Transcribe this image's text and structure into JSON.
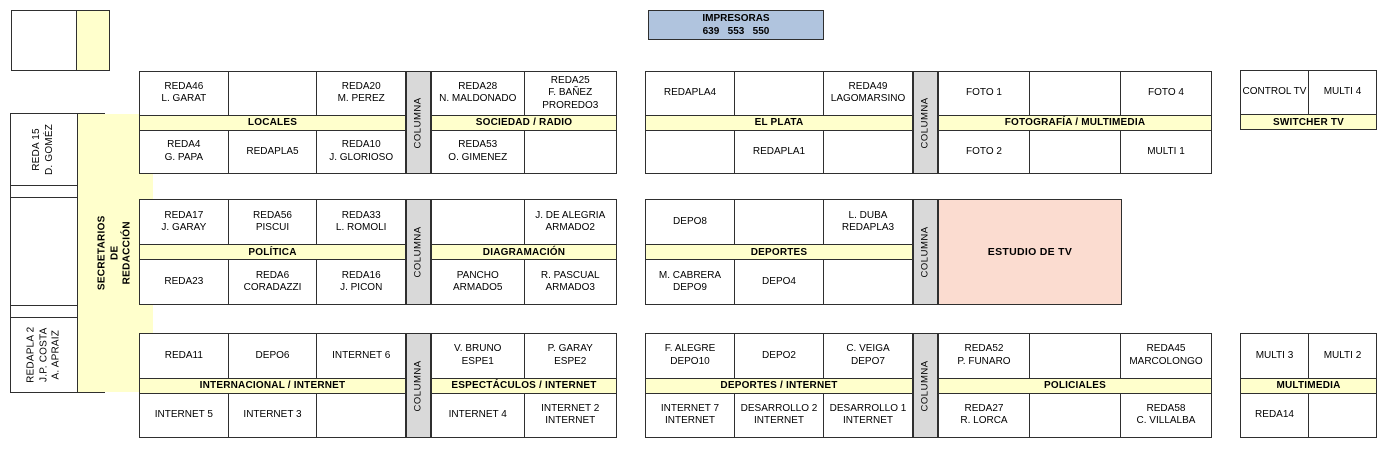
{
  "colors": {
    "yellow": "#FFFFCC",
    "gray": "#D9D9D9",
    "blue": "#B0C4DE",
    "pink": "#FBDCD0",
    "border": "#2F2F2F"
  },
  "printers_box": {
    "title": "IMPRESORAS",
    "numbers": "639   553   550"
  },
  "left_panel": {
    "secretaries_label": "SECRETARIOS DE REDACCIÓN",
    "desk_top": "REDA 15\nD. GOMÉZ",
    "desk_bottom": "REDAPLA 2\nJ.P. COSTA\nA. APRAIZ"
  },
  "columna_label": "COLUMNA",
  "studio_label": "ESTUDIO DE TV",
  "blocks": {
    "locales": {
      "title": "LOCALES",
      "top": [
        "REDA46\nL. GARAT",
        "",
        "REDA20\nM. PEREZ"
      ],
      "bottom": [
        "REDA4\nG. PAPA",
        "REDAPLA5",
        "REDA10\nJ. GLORIOSO"
      ]
    },
    "sociedad_radio": {
      "title": "SOCIEDAD / RADIO",
      "top": [
        "REDA28\nN. MALDONADO",
        "REDA25\nF. BAÑEZ\nPROREDO3"
      ],
      "bottom": [
        "REDA53\nO. GIMENEZ",
        ""
      ]
    },
    "el_plata": {
      "title": "EL PLATA",
      "top": [
        "REDAPLA4",
        "",
        "REDA49\nLAGOMARSINO"
      ],
      "bottom": [
        "",
        "REDAPLA1",
        ""
      ]
    },
    "fotografia_multimedia": {
      "title": "FOTOGRAFÍA / MULTIMEDIA",
      "top": [
        "FOTO 1",
        "",
        "FOTO 4"
      ],
      "bottom": [
        "FOTO 2",
        "",
        "MULTI 1"
      ]
    },
    "switcher_tv": {
      "title": "SWITCHER TV",
      "top": [
        "CONTROL TV",
        "MULTI 4"
      ]
    },
    "politica": {
      "title": "POLÍTICA",
      "top": [
        "REDA17\nJ. GARAY",
        "REDA56\nPISCUI",
        "REDA33\nL. ROMOLI"
      ],
      "bottom": [
        "REDA23",
        "REDA6\nCORADAZZI",
        "REDA16\nJ. PICON"
      ]
    },
    "diagramacion": {
      "title": "DIAGRAMACIÓN",
      "top": [
        "",
        "J. DE ALEGRIA\nARMADO2"
      ],
      "bottom": [
        "PANCHO\nARMADO5",
        "R. PASCUAL\nARMADO3"
      ]
    },
    "deportes": {
      "title": "DEPORTES",
      "top": [
        "DEPO8",
        "",
        "L. DUBA\nREDAPLA3"
      ],
      "bottom": [
        "M. CABRERA\nDEPO9",
        "DEPO4",
        ""
      ]
    },
    "internacional_internet": {
      "title": "INTERNACIONAL / INTERNET",
      "top": [
        "REDA11",
        "DEPO6",
        "INTERNET 6"
      ],
      "bottom": [
        "INTERNET 5",
        "INTERNET 3",
        ""
      ]
    },
    "espectaculos_internet": {
      "title": "ESPECTÁCULOS / INTERNET",
      "top": [
        "V. BRUNO\nESPE1",
        "P. GARAY\nESPE2"
      ],
      "bottom": [
        "INTERNET 4",
        "INTERNET 2\nINTERNET"
      ]
    },
    "deportes_internet": {
      "title": "DEPORTES / INTERNET",
      "top": [
        "F. ALEGRE\nDEPO10",
        "DEPO2",
        "C. VEIGA\nDEPO7"
      ],
      "bottom": [
        "INTERNET 7\nINTERNET",
        "DESARROLLO 2\nINTERNET",
        "DESARROLLO 1\nINTERNET"
      ]
    },
    "policiales": {
      "title": "POLICIALES",
      "top": [
        "REDA52\nP. FUNARO",
        "",
        "REDA45\nMARCOLONGO"
      ],
      "bottom": [
        "REDA27\nR. LORCA",
        "",
        "REDA58\nC. VILLALBA"
      ]
    },
    "multimedia": {
      "title": "MULTIMEDIA",
      "top": [
        "MULTI 3",
        "MULTI 2"
      ],
      "bottom": [
        "REDA14",
        ""
      ]
    }
  }
}
